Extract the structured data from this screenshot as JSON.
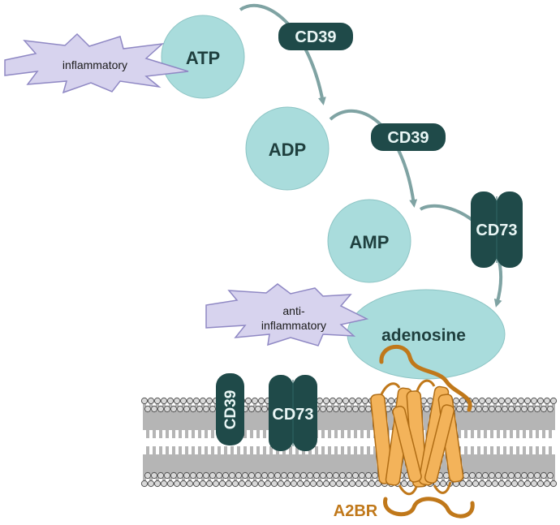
{
  "molecules": {
    "atp": "ATP",
    "adp": "ADP",
    "amp": "AMP",
    "adenosine": "adenosine"
  },
  "enzymes": {
    "cd39_first": "CD39",
    "cd39_second": "CD39",
    "cd73_soluble": "CD73",
    "cd39_membrane": "CD39",
    "cd73_membrane": "CD73"
  },
  "effects": {
    "inflammatory": "inflammatory",
    "anti_line1": "anti-",
    "anti_line2": "inflammatory"
  },
  "receptor": {
    "label": "A2BR"
  },
  "colors": {
    "molecule_fill": "#a9dcdc",
    "enzyme_fill": "#1f4a49",
    "arrow": "#7fa3a3",
    "star_fill": "#d7d3ee",
    "star_stroke": "#8f88c4",
    "receptor": "#c0781a",
    "receptor_fill": "#f3b35a"
  }
}
